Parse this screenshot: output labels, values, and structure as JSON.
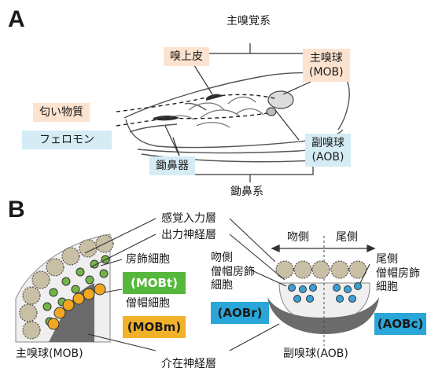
{
  "panelA": {
    "letter": "A",
    "main_system": "主嗅覚系",
    "olfactory_epithelium": "嗅上皮",
    "main_bulb": "主嗅球",
    "main_bulb_abbr": "(MOB)",
    "odorant": "匂い物質",
    "pheromone": "フェロモン",
    "vomeronasal_organ": "鋤鼻器",
    "accessory_bulb": "副嗅球",
    "accessory_bulb_abbr": "(AOB)",
    "vomeronasal_system": "鋤鼻系"
  },
  "panelB": {
    "letter": "B",
    "sensory_input_layer": "感覚入力層",
    "output_neuron_layer": "出力神経層",
    "rostral": "吻側",
    "caudal": "尾側",
    "tufted_cell": "房飾細胞",
    "tufted_tag": "(MOBt)",
    "mitral_cell": "僧帽細胞",
    "mitral_tag": "(MOBm)",
    "rostral_mt_lines": [
      "吻側",
      "僧帽房飾",
      "細胞"
    ],
    "aobr_tag": "(AOBr)",
    "caudal_mt_lines": [
      "尾側",
      "僧帽房飾",
      "細胞"
    ],
    "aobc_tag": "(AOBc)",
    "mob_label": "主嗅球(MOB)",
    "aob_label": "副嗅球(AOB)",
    "interneuron_layer": "介在神経層"
  },
  "colors": {
    "peach_box": "#fbe3d0",
    "blue_box": "#d5ecf5",
    "green_tag": "#55b83c",
    "orange_tag": "#f2b12b",
    "blue_tag": "#2aa6d8",
    "glomerulus": "#c9bfa5",
    "tufted_cell": "#74b54a",
    "mitral_cell": "#f0a722",
    "aob_cell": "#3aa0d6",
    "interneuron_gray": "#6b6b6b"
  }
}
